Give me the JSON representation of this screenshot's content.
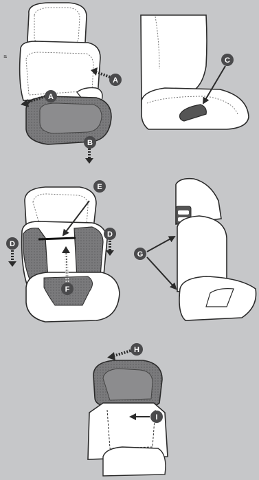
{
  "page": {
    "side_mark": "≥",
    "background": "#c6c7c9",
    "badge_color": "#4a4a4c",
    "seat_dark": "#6b6b6d",
    "seat_light": "#ffffff",
    "line_color": "#2b2b2b"
  },
  "steps": [
    {
      "label": "A",
      "icon": "dashed-arrow-icon"
    },
    {
      "label": "B",
      "icon": "dashed-arrow-icon"
    },
    {
      "label": "C",
      "icon": "pointer-arrow-icon"
    },
    {
      "label": "D",
      "icon": "dashed-arrow-icon"
    },
    {
      "label": "E",
      "icon": "pointer-arrow-icon"
    },
    {
      "label": "F",
      "icon": "dashed-arrow-icon"
    },
    {
      "label": "G",
      "icon": "pointer-arrow-icon"
    },
    {
      "label": "H",
      "icon": "dashed-arrow-icon"
    },
    {
      "label": "I",
      "icon": "pointer-arrow-icon"
    }
  ]
}
